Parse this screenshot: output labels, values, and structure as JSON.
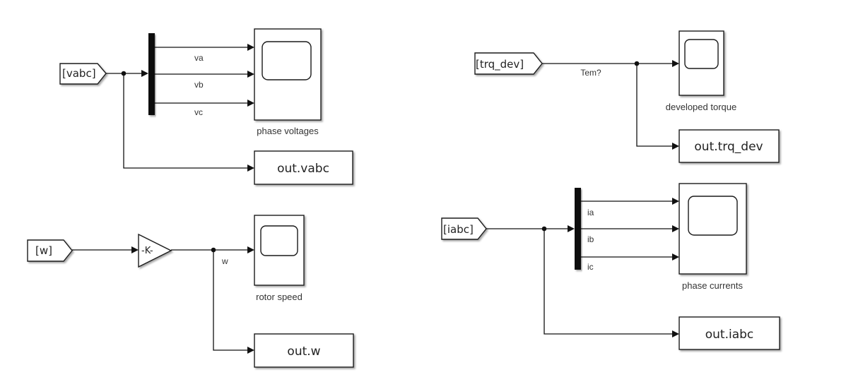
{
  "diagram": {
    "type": "simulink-block-diagram",
    "groups": [
      {
        "id": "voltages",
        "source": "[vabc]",
        "demux_signals": [
          "va",
          "vb",
          "vc"
        ],
        "scope_label": "phase voltages",
        "workspace_output": "out.vabc"
      },
      {
        "id": "speed",
        "source": "[w]",
        "gain": "-K-",
        "signal_label": "w",
        "scope_label": "rotor speed",
        "workspace_output": "out.w"
      },
      {
        "id": "torque",
        "source": "[trq_dev]",
        "signal_label": "Tem?",
        "scope_label": "developed torque",
        "workspace_output": "out.trq_dev"
      },
      {
        "id": "currents",
        "source": "[iabc]",
        "demux_signals": [
          "ia",
          "ib",
          "ic"
        ],
        "scope_label": "phase currents",
        "workspace_output": "out.iabc"
      }
    ]
  },
  "colors": {
    "line": "#111111",
    "block_border": "#1a1a1a",
    "background": "#ffffff"
  }
}
